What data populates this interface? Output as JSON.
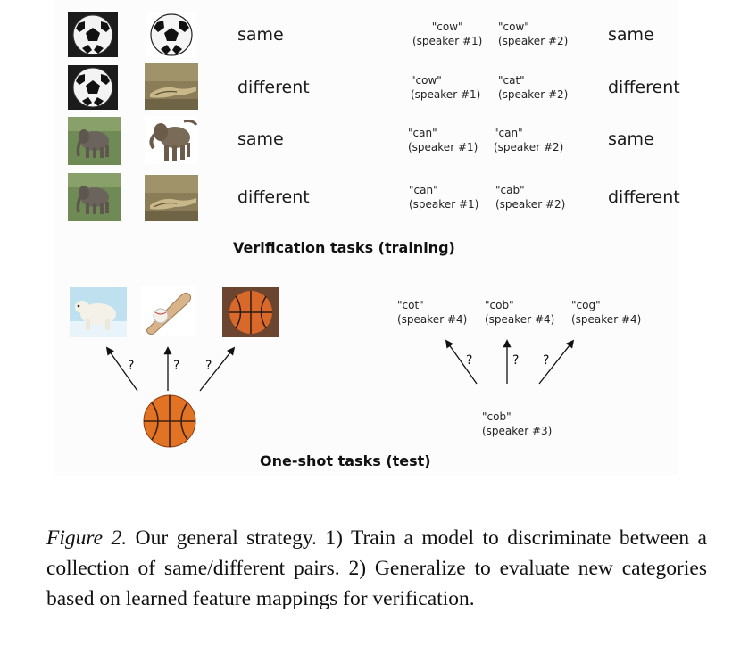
{
  "verification": {
    "rows": [
      {
        "image_pair": [
          "soccer-ball",
          "soccer-ball"
        ],
        "image_label": "same",
        "audio_a": {
          "word": "\"cow\"",
          "speaker": "(speaker #1)"
        },
        "audio_b": {
          "word": "\"cow\"",
          "speaker": "(speaker #2)"
        },
        "audio_label": "same"
      },
      {
        "image_pair": [
          "soccer-ball",
          "crocodile"
        ],
        "image_label": "different",
        "audio_a": {
          "word": "\"cow\"",
          "speaker": "(speaker #1)"
        },
        "audio_b": {
          "word": "\"cat\"",
          "speaker": "(speaker #2)"
        },
        "audio_label": "different"
      },
      {
        "image_pair": [
          "elephant",
          "elephant"
        ],
        "image_label": "same",
        "audio_a": {
          "word": "\"can\"",
          "speaker": "(speaker #1)"
        },
        "audio_b": {
          "word": "\"can\"",
          "speaker": "(speaker #2)"
        },
        "audio_label": "same"
      },
      {
        "image_pair": [
          "elephant",
          "crocodile"
        ],
        "image_label": "different",
        "audio_a": {
          "word": "\"can\"",
          "speaker": "(speaker #1)"
        },
        "audio_b": {
          "word": "\"cab\"",
          "speaker": "(speaker #2)"
        },
        "audio_label": "different"
      }
    ],
    "heading": "Verification tasks (training)"
  },
  "oneshot": {
    "candidate_images": [
      "polar-bear",
      "baseball-bat-and-ball",
      "basketball"
    ],
    "query_image": "basketball",
    "question_mark": "?",
    "candidate_audio": [
      {
        "word": "\"cot\"",
        "speaker": "(speaker #4)"
      },
      {
        "word": "\"cob\"",
        "speaker": "(speaker #4)"
      },
      {
        "word": "\"cog\"",
        "speaker": "(speaker #4)"
      }
    ],
    "query_audio": {
      "word": "\"cob\"",
      "speaker": "(speaker #3)"
    },
    "heading": "One-shot tasks (test)"
  },
  "caption": {
    "figure_label": "Figure 2.",
    "text": " Our general strategy.  1) Train a model to discriminate between a collection of same/different pairs.  2) Generalize to evaluate new categories based on learned feature mappings for verification."
  }
}
